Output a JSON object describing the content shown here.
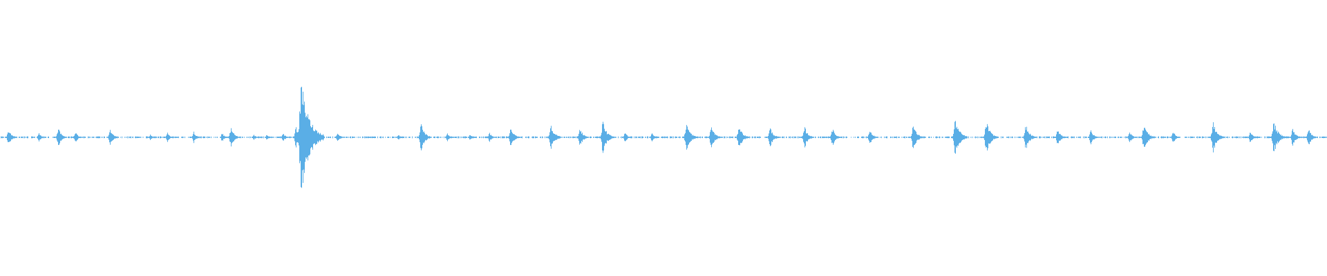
{
  "waveform": {
    "color": "#5aaee6",
    "bursts": [
      {
        "t": 0.006,
        "amp": 0.03
      },
      {
        "t": 0.029,
        "amp": 0.017
      },
      {
        "t": 0.044,
        "amp": 0.036
      },
      {
        "t": 0.057,
        "amp": 0.02
      },
      {
        "t": 0.083,
        "amp": 0.033
      },
      {
        "t": 0.113,
        "amp": 0.01
      },
      {
        "t": 0.126,
        "amp": 0.017
      },
      {
        "t": 0.146,
        "amp": 0.022
      },
      {
        "t": 0.167,
        "amp": 0.017
      },
      {
        "t": 0.174,
        "amp": 0.038
      },
      {
        "t": 0.191,
        "amp": 0.01
      },
      {
        "t": 0.201,
        "amp": 0.011
      },
      {
        "t": 0.213,
        "amp": 0.018
      },
      {
        "t": 0.223,
        "amp": 0.037
      },
      {
        "t": 0.227,
        "amp": 0.2
      },
      {
        "t": 0.238,
        "amp": 0.025
      },
      {
        "t": 0.254,
        "amp": 0.02
      },
      {
        "t": 0.3,
        "amp": 0.011
      },
      {
        "t": 0.317,
        "amp": 0.05
      },
      {
        "t": 0.337,
        "amp": 0.015
      },
      {
        "t": 0.354,
        "amp": 0.011
      },
      {
        "t": 0.369,
        "amp": 0.017
      },
      {
        "t": 0.385,
        "amp": 0.04
      },
      {
        "t": 0.415,
        "amp": 0.05
      },
      {
        "t": 0.437,
        "amp": 0.037
      },
      {
        "t": 0.454,
        "amp": 0.058
      },
      {
        "t": 0.471,
        "amp": 0.02
      },
      {
        "t": 0.491,
        "amp": 0.018
      },
      {
        "t": 0.517,
        "amp": 0.054
      },
      {
        "t": 0.536,
        "amp": 0.044
      },
      {
        "t": 0.557,
        "amp": 0.047
      },
      {
        "t": 0.58,
        "amp": 0.038
      },
      {
        "t": 0.606,
        "amp": 0.04
      },
      {
        "t": 0.627,
        "amp": 0.035
      },
      {
        "t": 0.655,
        "amp": 0.03
      },
      {
        "t": 0.688,
        "amp": 0.048
      },
      {
        "t": 0.72,
        "amp": 0.068
      },
      {
        "t": 0.743,
        "amp": 0.06
      },
      {
        "t": 0.773,
        "amp": 0.047
      },
      {
        "t": 0.797,
        "amp": 0.034
      },
      {
        "t": 0.822,
        "amp": 0.028
      },
      {
        "t": 0.851,
        "amp": 0.023
      }
    ],
    "bursts2": [
      {
        "t": 0.862,
        "amp": 0.052
      },
      {
        "t": 0.884,
        "amp": 0.024
      },
      {
        "t": 0.914,
        "amp": 0.056
      },
      {
        "t": 0.942,
        "amp": 0.024
      },
      {
        "t": 0.96,
        "amp": 0.061
      },
      {
        "t": 0.974,
        "amp": 0.034
      },
      {
        "t": 0.986,
        "amp": 0.034
      }
    ]
  }
}
